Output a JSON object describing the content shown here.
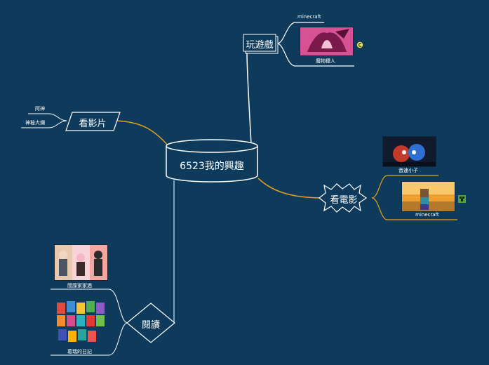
{
  "center": {
    "label": "6523我的興趣"
  },
  "branches": {
    "games": {
      "label": "玩遊戲",
      "leaves": [
        "minecraft",
        "魔物獵人"
      ]
    },
    "films": {
      "label": "看影片",
      "leaves": [
        "阿神",
        "神秘大爛"
      ]
    },
    "movies": {
      "label": "看電影",
      "leaves": [
        "音速小子",
        "minecraft"
      ]
    },
    "reading": {
      "label": "閱讀",
      "leaves": [
        "間諜家家酒",
        "葛瑞的日記"
      ]
    }
  },
  "colors": {
    "background": "#0e3b5b",
    "line_white": "#ffffff",
    "line_orange": "#e8a31b",
    "line_blue": "#9fc6e0",
    "icon_yellow": "#f0e04a",
    "icon_green": "#53a33b"
  },
  "icons": [
    "c-icon",
    "minecraft-block-icon"
  ]
}
